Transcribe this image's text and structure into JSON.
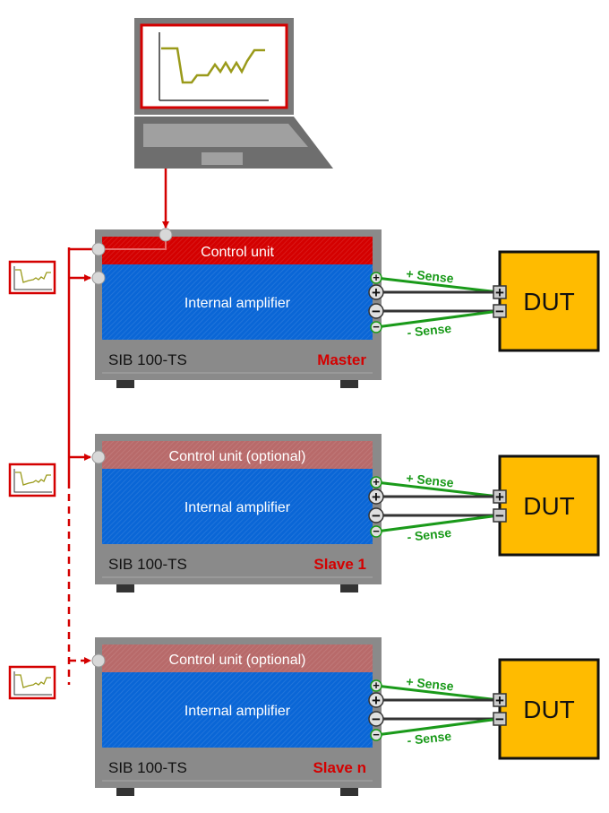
{
  "colors": {
    "red": "#d40000",
    "blue": "#0a66d6",
    "gray": "#8a8a8a",
    "dut": "#ffbb00",
    "green": "#1a9a1a",
    "trace": "#9a9a1a"
  },
  "units": [
    {
      "control": "Control unit",
      "amplifier": "Internal amplifier",
      "model": "SIB 100-TS",
      "role": "Master",
      "control_optional": false,
      "sense_plus": "+ Sense",
      "sense_minus": "- Sense",
      "dut": "DUT"
    },
    {
      "control": "Control unit (optional)",
      "amplifier": "Internal amplifier",
      "model": "SIB 100-TS",
      "role": "Slave 1",
      "control_optional": true,
      "sense_plus": "+ Sense",
      "sense_minus": "- Sense",
      "dut": "DUT"
    },
    {
      "control": "Control unit (optional)",
      "amplifier": "Internal amplifier",
      "model": "SIB 100-TS",
      "role": "Slave n",
      "control_optional": true,
      "sense_plus": "+ Sense",
      "sense_minus": "- Sense",
      "dut": "DUT"
    }
  ]
}
